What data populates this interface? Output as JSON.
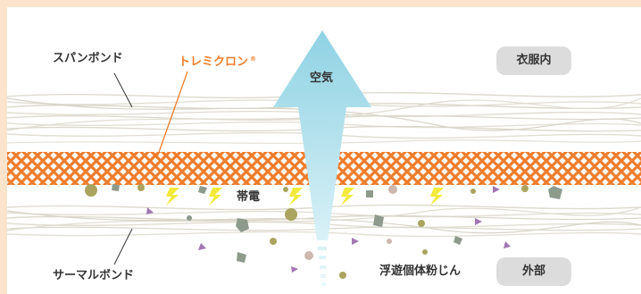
{
  "labels": {
    "spunbond": "スパンボンド",
    "tremicron": "トレミクロン",
    "registered_mark": "®",
    "air": "空気",
    "static_charge": "帯電",
    "thermal_bond": "サーマルボンド",
    "dust": "浮遊個体粉じん"
  },
  "zones": {
    "inside": "衣服内",
    "outside": "外部"
  },
  "colors": {
    "background": "#fce3cc",
    "tremicron": "#ee7d2c",
    "fiber": "#dedbd0",
    "air_arrow": "#9cd8e6",
    "spark": "#f3ea3c",
    "particle_olive": "#aaa45e",
    "particle_gray": "#8d9a8c",
    "particle_purple": "#a177b2",
    "particle_pink": "#cdb7b0"
  }
}
